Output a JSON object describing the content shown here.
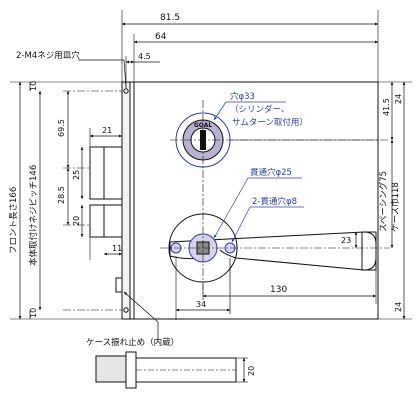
{
  "colors": {
    "line": "#111111",
    "blue": "#2b3f9c",
    "accent": "#7d4fb0",
    "fill": "#dcdcdc"
  },
  "dims": {
    "d81_5": "81.5",
    "d64": "64",
    "d4_5": "4.5",
    "d10_top": "10",
    "d24_top": "24",
    "d41_5": "41.5",
    "d69_5": "69.5",
    "d21": "21",
    "d25": "25",
    "d28_5": "28.5",
    "d20": "20",
    "d11": "11",
    "d23": "23",
    "d34": "34",
    "d130": "130",
    "d10_bot": "10",
    "d24_bot": "24",
    "d20_pin": "20"
  },
  "labels": {
    "front_length": "フロント長さ166",
    "mount_pitch": "本体取付けネジピッチ146",
    "screw_hole": "2-M4ネジ用皿穴",
    "spacing": "スペーシング75",
    "case_width": "ケース巾118",
    "latch_stop": "ケース振れ止め（内蔵）"
  },
  "notes": {
    "hole33": "穴φ33",
    "cylinder": "（シリンダー、",
    "thumbturn": "サムターン取付用）",
    "hole25": "貫通穴φ25",
    "hole8": "2-貫通穴φ8"
  },
  "brand": "GOAL"
}
